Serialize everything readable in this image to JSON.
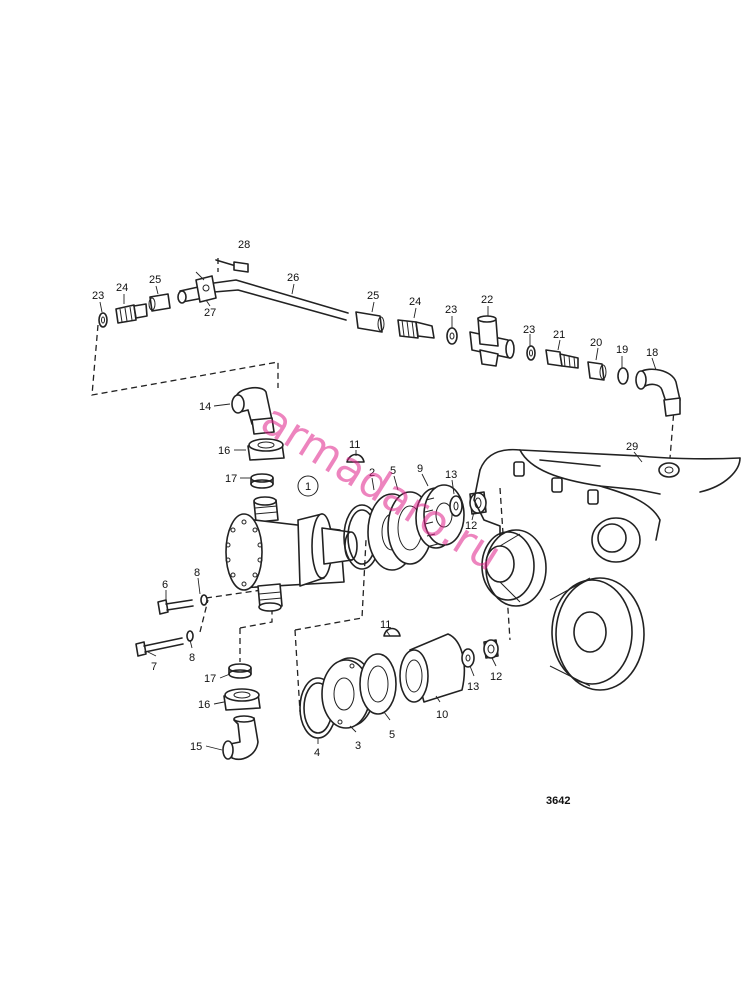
{
  "diagram": {
    "drawing_code": "3642",
    "watermark": "armadaro.ru",
    "callouts": [
      {
        "id": "c28",
        "label": "28"
      },
      {
        "id": "c26",
        "label": "26"
      },
      {
        "id": "c27",
        "label": "27"
      },
      {
        "id": "c23a",
        "label": "23"
      },
      {
        "id": "c24a",
        "label": "24"
      },
      {
        "id": "c25a",
        "label": "25"
      },
      {
        "id": "c25b",
        "label": "25"
      },
      {
        "id": "c24b",
        "label": "24"
      },
      {
        "id": "c23b",
        "label": "23"
      },
      {
        "id": "c22",
        "label": "22"
      },
      {
        "id": "c23c",
        "label": "23"
      },
      {
        "id": "c21",
        "label": "21"
      },
      {
        "id": "c20",
        "label": "20"
      },
      {
        "id": "c19",
        "label": "19"
      },
      {
        "id": "c18",
        "label": "18"
      },
      {
        "id": "c14",
        "label": "14"
      },
      {
        "id": "c16a",
        "label": "16"
      },
      {
        "id": "c17a",
        "label": "17"
      },
      {
        "id": "c11a",
        "label": "11"
      },
      {
        "id": "c2",
        "label": "2"
      },
      {
        "id": "c5a",
        "label": "5"
      },
      {
        "id": "c9",
        "label": "9"
      },
      {
        "id": "c13a",
        "label": "13"
      },
      {
        "id": "c12a",
        "label": "12"
      },
      {
        "id": "c29",
        "label": "29"
      },
      {
        "id": "c1",
        "label": "1"
      },
      {
        "id": "c6",
        "label": "6"
      },
      {
        "id": "c8a",
        "label": "8"
      },
      {
        "id": "c7",
        "label": "7"
      },
      {
        "id": "c8b",
        "label": "8"
      },
      {
        "id": "c11b",
        "label": "11"
      },
      {
        "id": "c17b",
        "label": "17"
      },
      {
        "id": "c16b",
        "label": "16"
      },
      {
        "id": "c15",
        "label": "15"
      },
      {
        "id": "c4",
        "label": "4"
      },
      {
        "id": "c3",
        "label": "3"
      },
      {
        "id": "c5b",
        "label": "5"
      },
      {
        "id": "c10",
        "label": "10"
      },
      {
        "id": "c13b",
        "label": "13"
      },
      {
        "id": "c12b",
        "label": "12"
      }
    ]
  }
}
